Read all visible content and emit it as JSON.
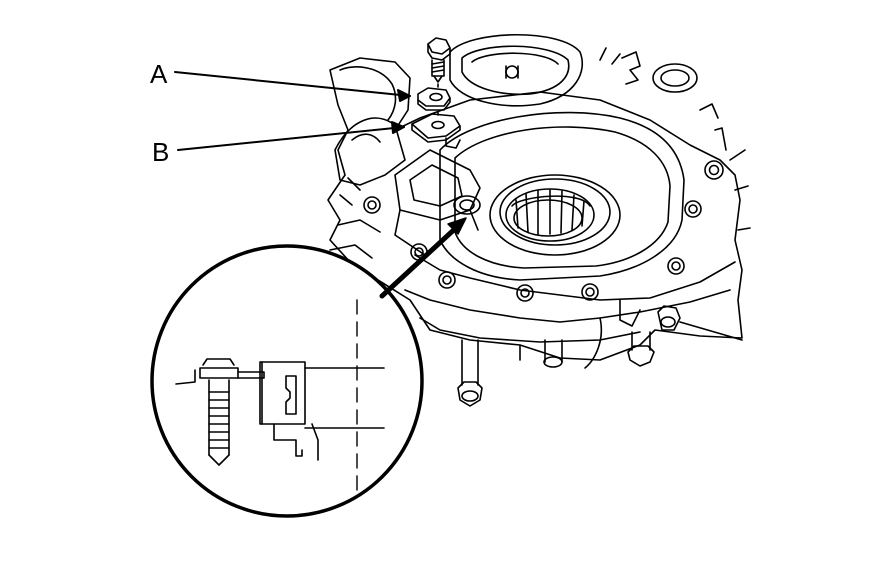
{
  "diagram": {
    "callouts": [
      {
        "id": "a",
        "label": "A"
      },
      {
        "id": "b",
        "label": "B"
      }
    ],
    "colors": {
      "ink": "#000000",
      "paper": "#ffffff"
    }
  }
}
